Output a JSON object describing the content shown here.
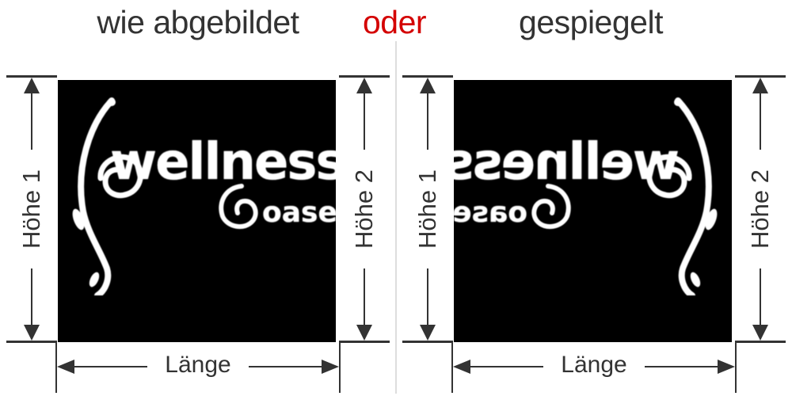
{
  "header": {
    "as_shown_label": "wie abgebildet",
    "or_label": "oder",
    "mirrored_label": "gespiegelt"
  },
  "dimensions": {
    "height1_label": "Höhe 1",
    "height2_label": "Höhe 2",
    "length_label": "Länge"
  },
  "decal": {
    "main_text": "wellness",
    "sub_text": "oase"
  },
  "panels": [
    {
      "variant": "as-shown",
      "mirrored": false
    },
    {
      "variant": "mirrored",
      "mirrored": true
    }
  ],
  "colors": {
    "or_accent": "#d40000",
    "dimension_lines": "#333333",
    "panel_background": "#000000",
    "decal_color": "#ffffff",
    "divider": "#dddddd"
  }
}
